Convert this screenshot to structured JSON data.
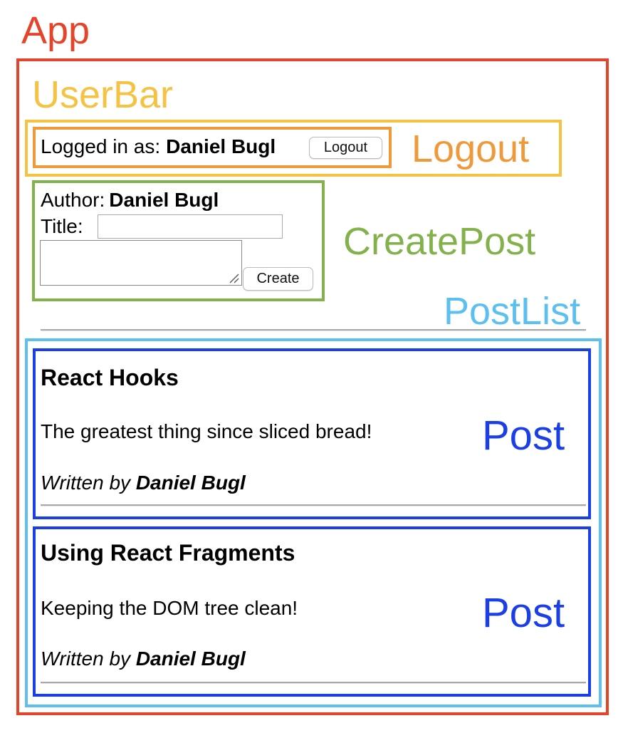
{
  "components": {
    "app": "App",
    "userbar": "UserBar",
    "logout": "Logout",
    "createpost": "CreatePost",
    "postlist": "PostList",
    "post": "Post"
  },
  "colors": {
    "app": "#e4442a",
    "userbar": "#f5c242",
    "logout": "#ef9a3a",
    "createpost": "#83b24c",
    "postlist": "#5bc0f0",
    "post": "#1a3fe6"
  },
  "userbar": {
    "logged_in_prefix": "Logged in as:",
    "username": "Daniel Bugl",
    "logout_button": "Logout"
  },
  "createpost": {
    "author_prefix": "Author:",
    "author_name": "Daniel Bugl",
    "title_label": "Title:",
    "title_value": "",
    "content_value": "",
    "create_button": "Create"
  },
  "posts": [
    {
      "title": "React Hooks",
      "content": "The greatest thing since sliced bread!",
      "written_by": "Written by",
      "author": "Daniel Bugl"
    },
    {
      "title": "Using React Fragments",
      "content": "Keeping the DOM tree clean!",
      "written_by": "Written by",
      "author": "Daniel Bugl"
    }
  ]
}
